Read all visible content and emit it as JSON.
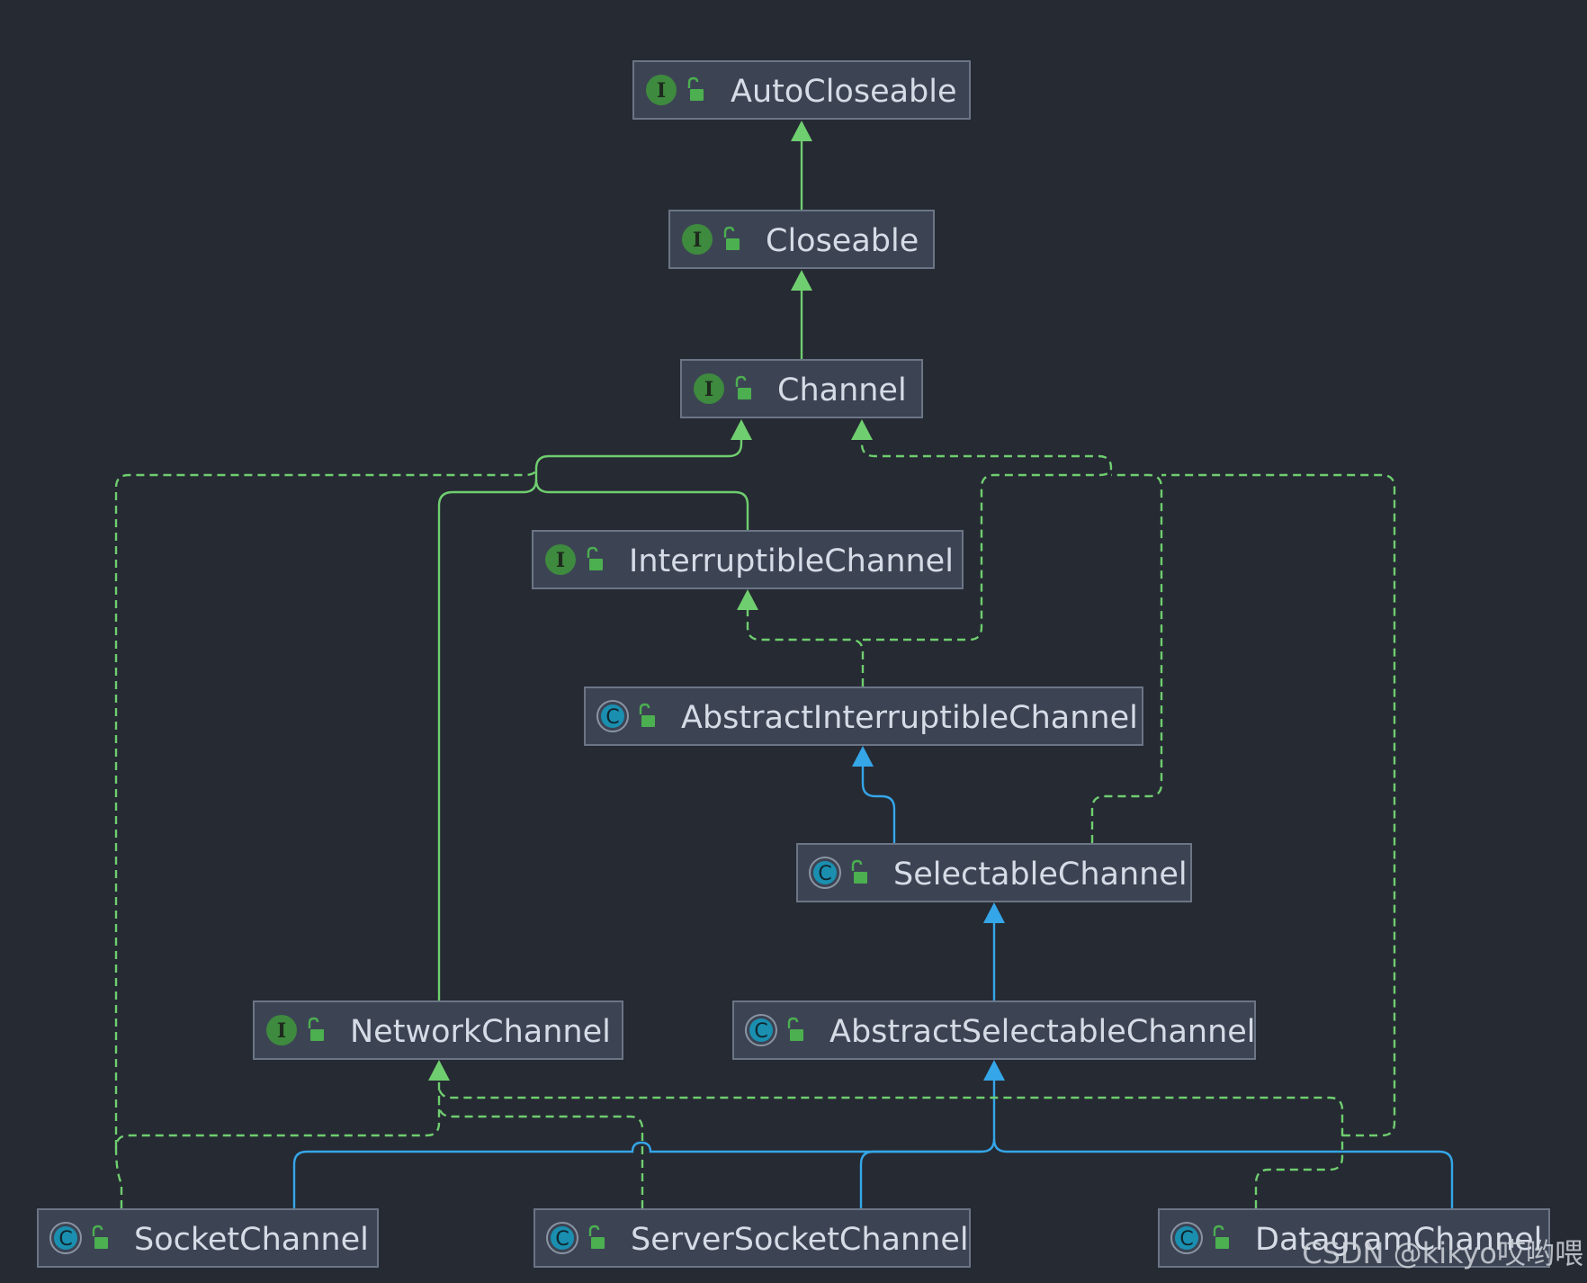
{
  "diagram": {
    "nodes": [
      {
        "id": "autocloseable",
        "label": "AutoCloseable",
        "kind": "interface"
      },
      {
        "id": "closeable",
        "label": "Closeable",
        "kind": "interface"
      },
      {
        "id": "channel",
        "label": "Channel",
        "kind": "interface"
      },
      {
        "id": "interruptiblechannel",
        "label": "InterruptibleChannel",
        "kind": "interface"
      },
      {
        "id": "abstractinterruptiblechannel",
        "label": "AbstractInterruptibleChannel",
        "kind": "class"
      },
      {
        "id": "selectablechannel",
        "label": "SelectableChannel",
        "kind": "class"
      },
      {
        "id": "networkchannel",
        "label": "NetworkChannel",
        "kind": "interface"
      },
      {
        "id": "abstractselectablechannel",
        "label": "AbstractSelectableChannel",
        "kind": "class"
      },
      {
        "id": "socketchannel",
        "label": "SocketChannel",
        "kind": "class"
      },
      {
        "id": "serversocketchannel",
        "label": "ServerSocketChannel",
        "kind": "class"
      },
      {
        "id": "datagramchannel",
        "label": "DatagramChannel",
        "kind": "class"
      }
    ],
    "edges": [
      {
        "from": "closeable",
        "to": "autocloseable",
        "type": "extends"
      },
      {
        "from": "channel",
        "to": "closeable",
        "type": "extends"
      },
      {
        "from": "interruptiblechannel",
        "to": "channel",
        "type": "extends"
      },
      {
        "from": "networkchannel",
        "to": "channel",
        "type": "extends"
      },
      {
        "from": "abstractinterruptiblechannel",
        "to": "interruptiblechannel",
        "type": "implements"
      },
      {
        "from": "abstractinterruptiblechannel",
        "to": "channel",
        "type": "implements"
      },
      {
        "from": "selectablechannel",
        "to": "abstractinterruptiblechannel",
        "type": "extends"
      },
      {
        "from": "selectablechannel",
        "to": "channel",
        "type": "implements"
      },
      {
        "from": "abstractselectablechannel",
        "to": "selectablechannel",
        "type": "extends"
      },
      {
        "from": "socketchannel",
        "to": "abstractselectablechannel",
        "type": "extends"
      },
      {
        "from": "serversocketchannel",
        "to": "abstractselectablechannel",
        "type": "extends"
      },
      {
        "from": "datagramchannel",
        "to": "abstractselectablechannel",
        "type": "extends"
      },
      {
        "from": "socketchannel",
        "to": "networkchannel",
        "type": "implements"
      },
      {
        "from": "serversocketchannel",
        "to": "networkchannel",
        "type": "implements"
      },
      {
        "from": "datagramchannel",
        "to": "networkchannel",
        "type": "implements"
      },
      {
        "from": "socketchannel",
        "to": "channel",
        "type": "implements"
      },
      {
        "from": "datagramchannel",
        "to": "channel",
        "type": "implements"
      }
    ],
    "icons": {
      "interface": "interface-icon",
      "class": "class-icon",
      "visibility": "open-lock-icon"
    },
    "colors": {
      "background": "#262a33",
      "extends_interface": "#6fce6f",
      "extends_class": "#35a6e8",
      "implements": "#6fce6f"
    }
  },
  "watermark": "CSDN @kikyo哎哟喂"
}
